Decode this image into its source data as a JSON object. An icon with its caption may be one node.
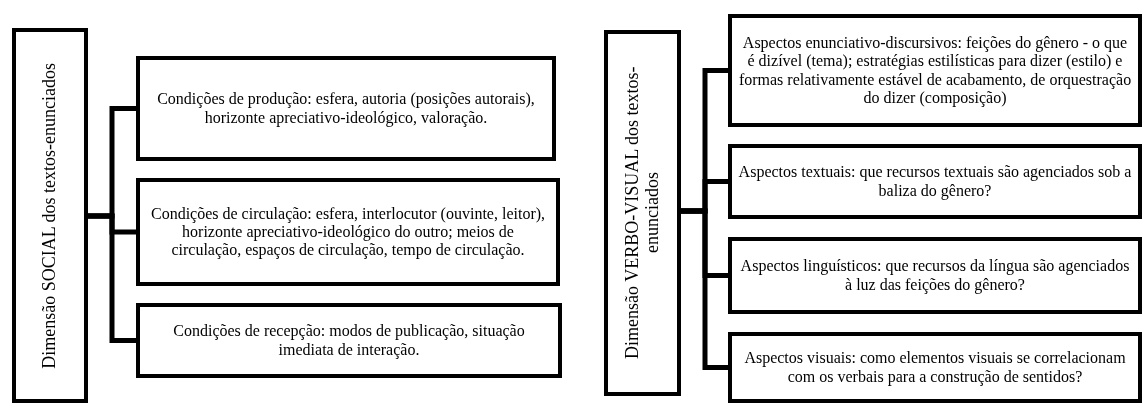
{
  "diagram": {
    "nodes": [
      {
        "text": [
          "Dimensão SOCIAL dos textos-enunciados"
        ]
      },
      {
        "text": [
          "Condições de produção: esfera, autoria (posições autorais), horizonte apreciativo-ideológico, valoração."
        ]
      },
      {
        "text": [
          "Condições de circulação: esfera, interlocutor (ouvinte, leitor), horizonte apreciativo-ideológico do outro; meios de circulação, espaços de circulação, tempo de circulação."
        ]
      },
      {
        "text": [
          "Condições de recepção: modos de publicação, situação imediata de interação."
        ]
      },
      {
        "text": [
          "Dimensão VERBO-VISUAL dos textos-enunciados"
        ]
      },
      {
        "text": [
          "Aspectos enunciativo-discursivos: feições do gênero - o que é dizível (tema); estratégias estilísticas para dizer (estilo) e formas relativamente estável de acabamento, de orquestração do dizer (composição)"
        ]
      },
      {
        "text": [
          "Aspectos textuais: que recursos textuais são agenciados sob a baliza do gênero?"
        ]
      },
      {
        "text": [
          "Aspectos linguísticos: que recursos da língua são agenciados à luz das feições do gênero?"
        ]
      },
      {
        "text": [
          "Aspectos visuais: como elementos visuais se correlacionam com os verbais para a construção de sentidos?"
        ]
      }
    ],
    "edges": [
      {
        "from": 0,
        "to": 1,
        "arrow": "none"
      },
      {
        "from": 0,
        "to": 2,
        "arrow": "none"
      },
      {
        "from": 0,
        "to": 3,
        "arrow": "none"
      },
      {
        "from": 4,
        "to": 5,
        "arrow": "none"
      },
      {
        "from": 4,
        "to": 6,
        "arrow": "none"
      },
      {
        "from": 4,
        "to": 7,
        "arrow": "none"
      },
      {
        "from": 4,
        "to": 8,
        "arrow": "none"
      }
    ]
  }
}
